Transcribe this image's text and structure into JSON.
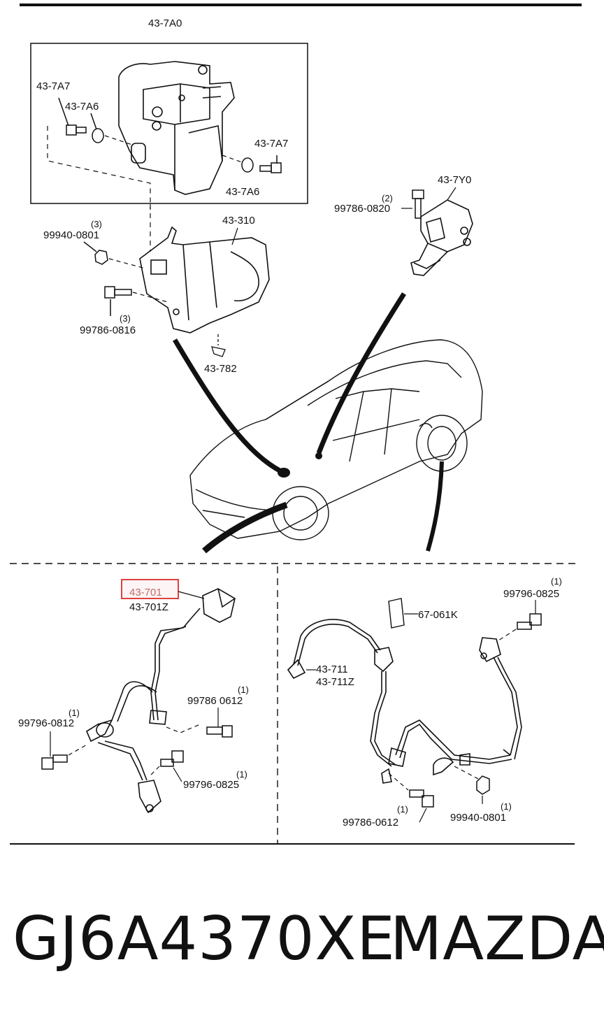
{
  "abs_module": {
    "group": "43-7A0",
    "bolt_left": "43-7A7",
    "bushing_left": "43-7A6",
    "bolt_right": "43-7A7",
    "bushing_right": "43-7A6"
  },
  "bracket": {
    "part": "43-310",
    "nut": "99940-0801",
    "nut_qty": "(3)",
    "bolt": "99786-0816",
    "bolt_qty": "(3)",
    "clip": "43-782"
  },
  "sensor_unit": {
    "part": "43-7Y0",
    "bolt": "99786-0820",
    "bolt_qty": "(2)"
  },
  "front_sensor": {
    "part_highlighted": "43-701",
    "part_alt": "43-701Z",
    "bolt_a": "99786 0612",
    "bolt_a_qty": "(1)",
    "bolt_b": "99796-0812",
    "bolt_b_qty": "(1)",
    "bolt_c": "99796-0825",
    "bolt_c_qty": "(1)"
  },
  "rear_sensor": {
    "part": "43-711",
    "part_alt": "43-711Z",
    "label": "67-061K",
    "bolt_a": "99796-0825",
    "bolt_a_qty": "(1)",
    "bolt_b": "99786-0612",
    "bolt_b_qty": "(1)",
    "nut": "99940-0801",
    "nut_qty": "(1)"
  },
  "highlight_color": "#e04040",
  "footer": {
    "part_number": "GJ6A4370XE",
    "brand": "MAZDA"
  }
}
